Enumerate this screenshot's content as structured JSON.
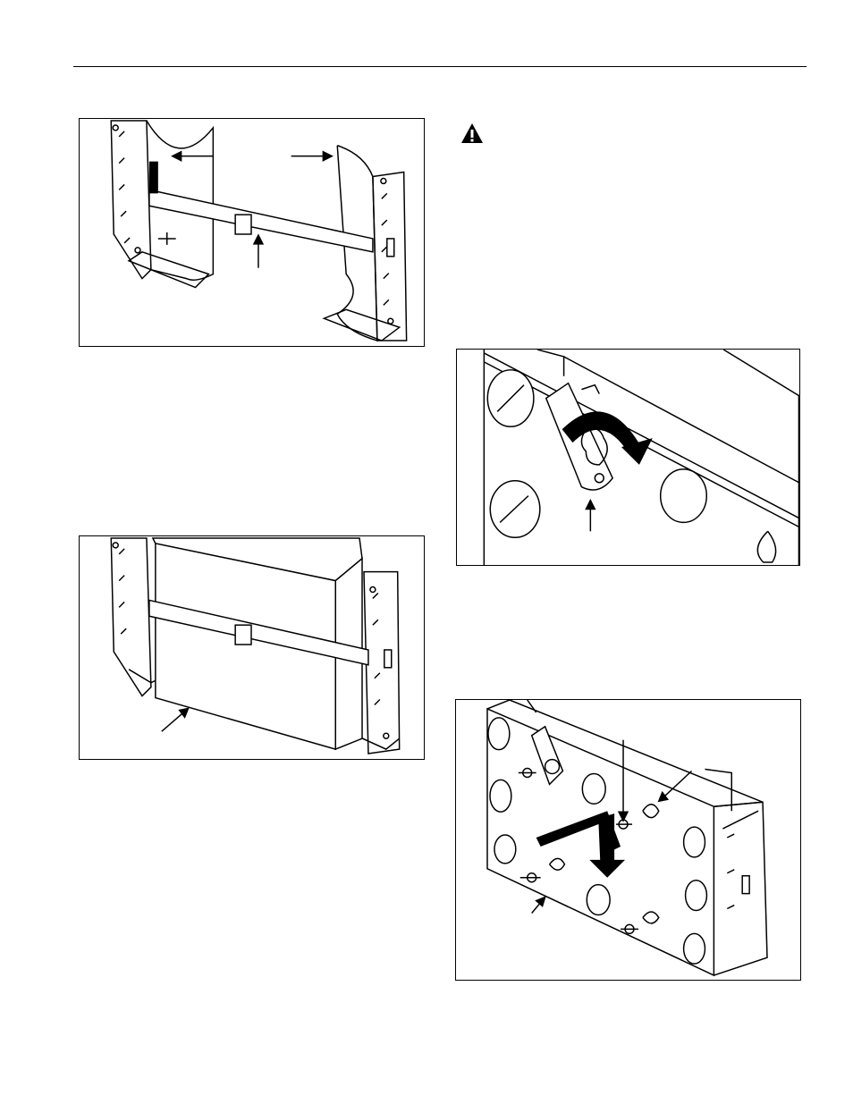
{
  "page": {
    "figures": [
      {
        "id": "fig1",
        "description_name": "bracket-strap-figure"
      },
      {
        "id": "fig2",
        "description_name": "box-in-bracket-figure"
      },
      {
        "id": "fig3",
        "description_name": "keyhole-latch-figure"
      },
      {
        "id": "fig4",
        "description_name": "panel-mounting-figure"
      }
    ],
    "warning_icon": "warning-triangle-icon"
  }
}
